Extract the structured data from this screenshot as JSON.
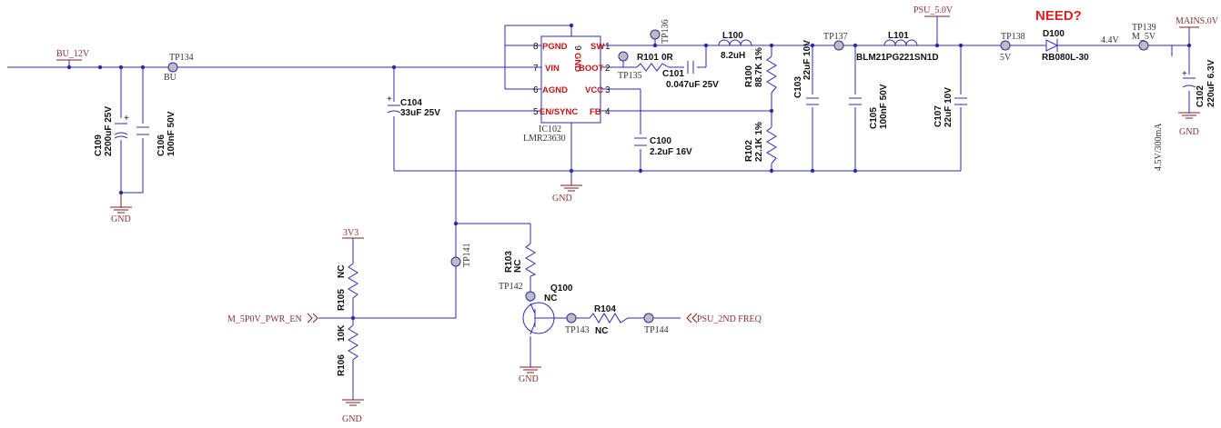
{
  "nets": {
    "bu_12v": "BU_12V",
    "bu": "BU",
    "psu_5v": "PSU_5.0V",
    "mains_5v": "MAINS.0V",
    "v5": "5V",
    "v44": "4.4V",
    "v3v3": "3V3",
    "gnd": "GND",
    "m_5v": "M_5V",
    "pwr_en": "M_5P0V_PWR_EN",
    "freq": "PSU_2ND FREQ",
    "current_note": "4.5V/300mA"
  },
  "note": "NEED?",
  "ic": {
    "ref": "IC102",
    "part": "LMR23630",
    "pins": [
      {
        "num": "8",
        "name": "PGND"
      },
      {
        "num": "7",
        "name": "VIN"
      },
      {
        "num": "6",
        "name": "AGND"
      },
      {
        "num": "5",
        "name": "EN/SYNC"
      },
      {
        "num": "1",
        "name": "SW"
      },
      {
        "num": "2",
        "name": "BOOT"
      },
      {
        "num": "3",
        "name": "VCC"
      },
      {
        "num": "4",
        "name": "FB"
      },
      {
        "num": "9",
        "name": "GND"
      }
    ]
  },
  "components": {
    "c109": {
      "ref": "C109",
      "val": "2200uF 25V"
    },
    "c106": {
      "ref": "C106",
      "val": "100nF 50V"
    },
    "c104": {
      "ref": "C104",
      "val": "33uF 25V"
    },
    "c100": {
      "ref": "C100",
      "val": "2.2uF 16V"
    },
    "c101": {
      "ref": "C101",
      "val": "0.047uF 25V"
    },
    "r101": {
      "ref": "R101",
      "val": "0R"
    },
    "l100": {
      "ref": "L100",
      "val": "8.2uH"
    },
    "r100": {
      "ref": "R100",
      "val": "88.7K 1%"
    },
    "r102": {
      "ref": "R102",
      "val": "22.1K 1%"
    },
    "c103": {
      "ref": "C103",
      "val": "22uF 10V"
    },
    "c105": {
      "ref": "C105",
      "val": "100nF 50V"
    },
    "l101": {
      "ref": "L101",
      "val": "BLM21PG221SN1D"
    },
    "c107": {
      "ref": "C107",
      "val": "22uF 10V"
    },
    "d100": {
      "ref": "D100",
      "val": "RB080L-30"
    },
    "c102": {
      "ref": "C102",
      "val": "220uF 6.3V"
    },
    "r103": {
      "ref": "R103",
      "val": "NC"
    },
    "q100": {
      "ref": "Q100",
      "val": "NC"
    },
    "r104": {
      "ref": "R104",
      "val": "NC"
    },
    "r105": {
      "ref": "R105",
      "val": "NC"
    },
    "r106": {
      "ref": "R106",
      "val": "10K"
    }
  },
  "testpoints": {
    "tp134": "TP134",
    "tp135": "TP135",
    "tp136": "TP136",
    "tp137": "TP137",
    "tp138": "TP138",
    "tp139": "TP139",
    "tp141": "TP141",
    "tp142": "TP142",
    "tp143": "TP143",
    "tp144": "TP144"
  },
  "colors": {
    "wire": "#2b2bb0",
    "power_port": "#8a3030",
    "pin_name": "#c01818",
    "note": "#e02020"
  }
}
